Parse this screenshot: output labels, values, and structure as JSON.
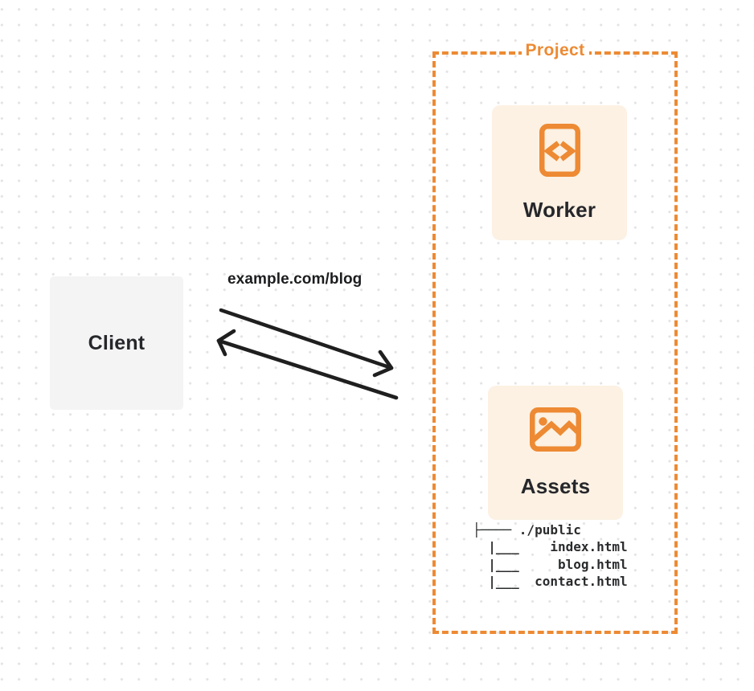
{
  "colors": {
    "accent_orange": "#ed8a33",
    "card_background": "#fcf1e3",
    "client_background": "#f4f4f5",
    "text_dark": "#26272b",
    "arrow_black": "#1f1f1f",
    "grid_dot": "#e3e3e5"
  },
  "client": {
    "label": "Client"
  },
  "request_arrow": {
    "label": "example.com/blog",
    "direction": "bidirectional"
  },
  "project": {
    "label": "Project",
    "worker": {
      "label": "Worker",
      "icon": "code-file-icon"
    },
    "assets": {
      "label": "Assets",
      "icon": "image-icon",
      "file_tree": "├──── ./public\n  |___    index.html\n  |___     blog.html\n  |___  contact.html"
    }
  }
}
